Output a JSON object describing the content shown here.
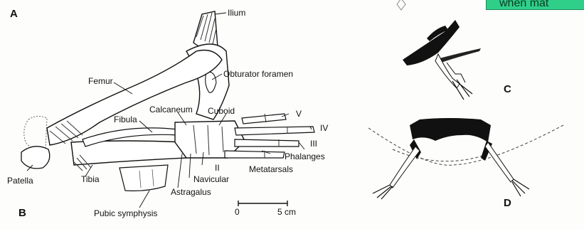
{
  "banner": {
    "text": "when mat"
  },
  "panels": {
    "a": "A",
    "b": "B",
    "c": "C",
    "d": "D"
  },
  "labels": {
    "ilium": "Ilium",
    "femur": "Femur",
    "obturator_foramen": "Obturator foramen",
    "calcaneum": "Calcaneum",
    "cuboid": "Cuboid",
    "fibula": "Fibula",
    "digit_v": "V",
    "digit_iv": "IV",
    "digit_iii": "III",
    "phalanges": "Phalanges",
    "metatarsals": "Metatarsals",
    "digit_ii": "II",
    "navicular": "Navicular",
    "astragalus": "Astragalus",
    "tibia": "Tibia",
    "patella": "Patella",
    "pubic_symphysis": "Pubic symphysis"
  },
  "scale_bar": {
    "start": "0",
    "end": "5 cm"
  }
}
